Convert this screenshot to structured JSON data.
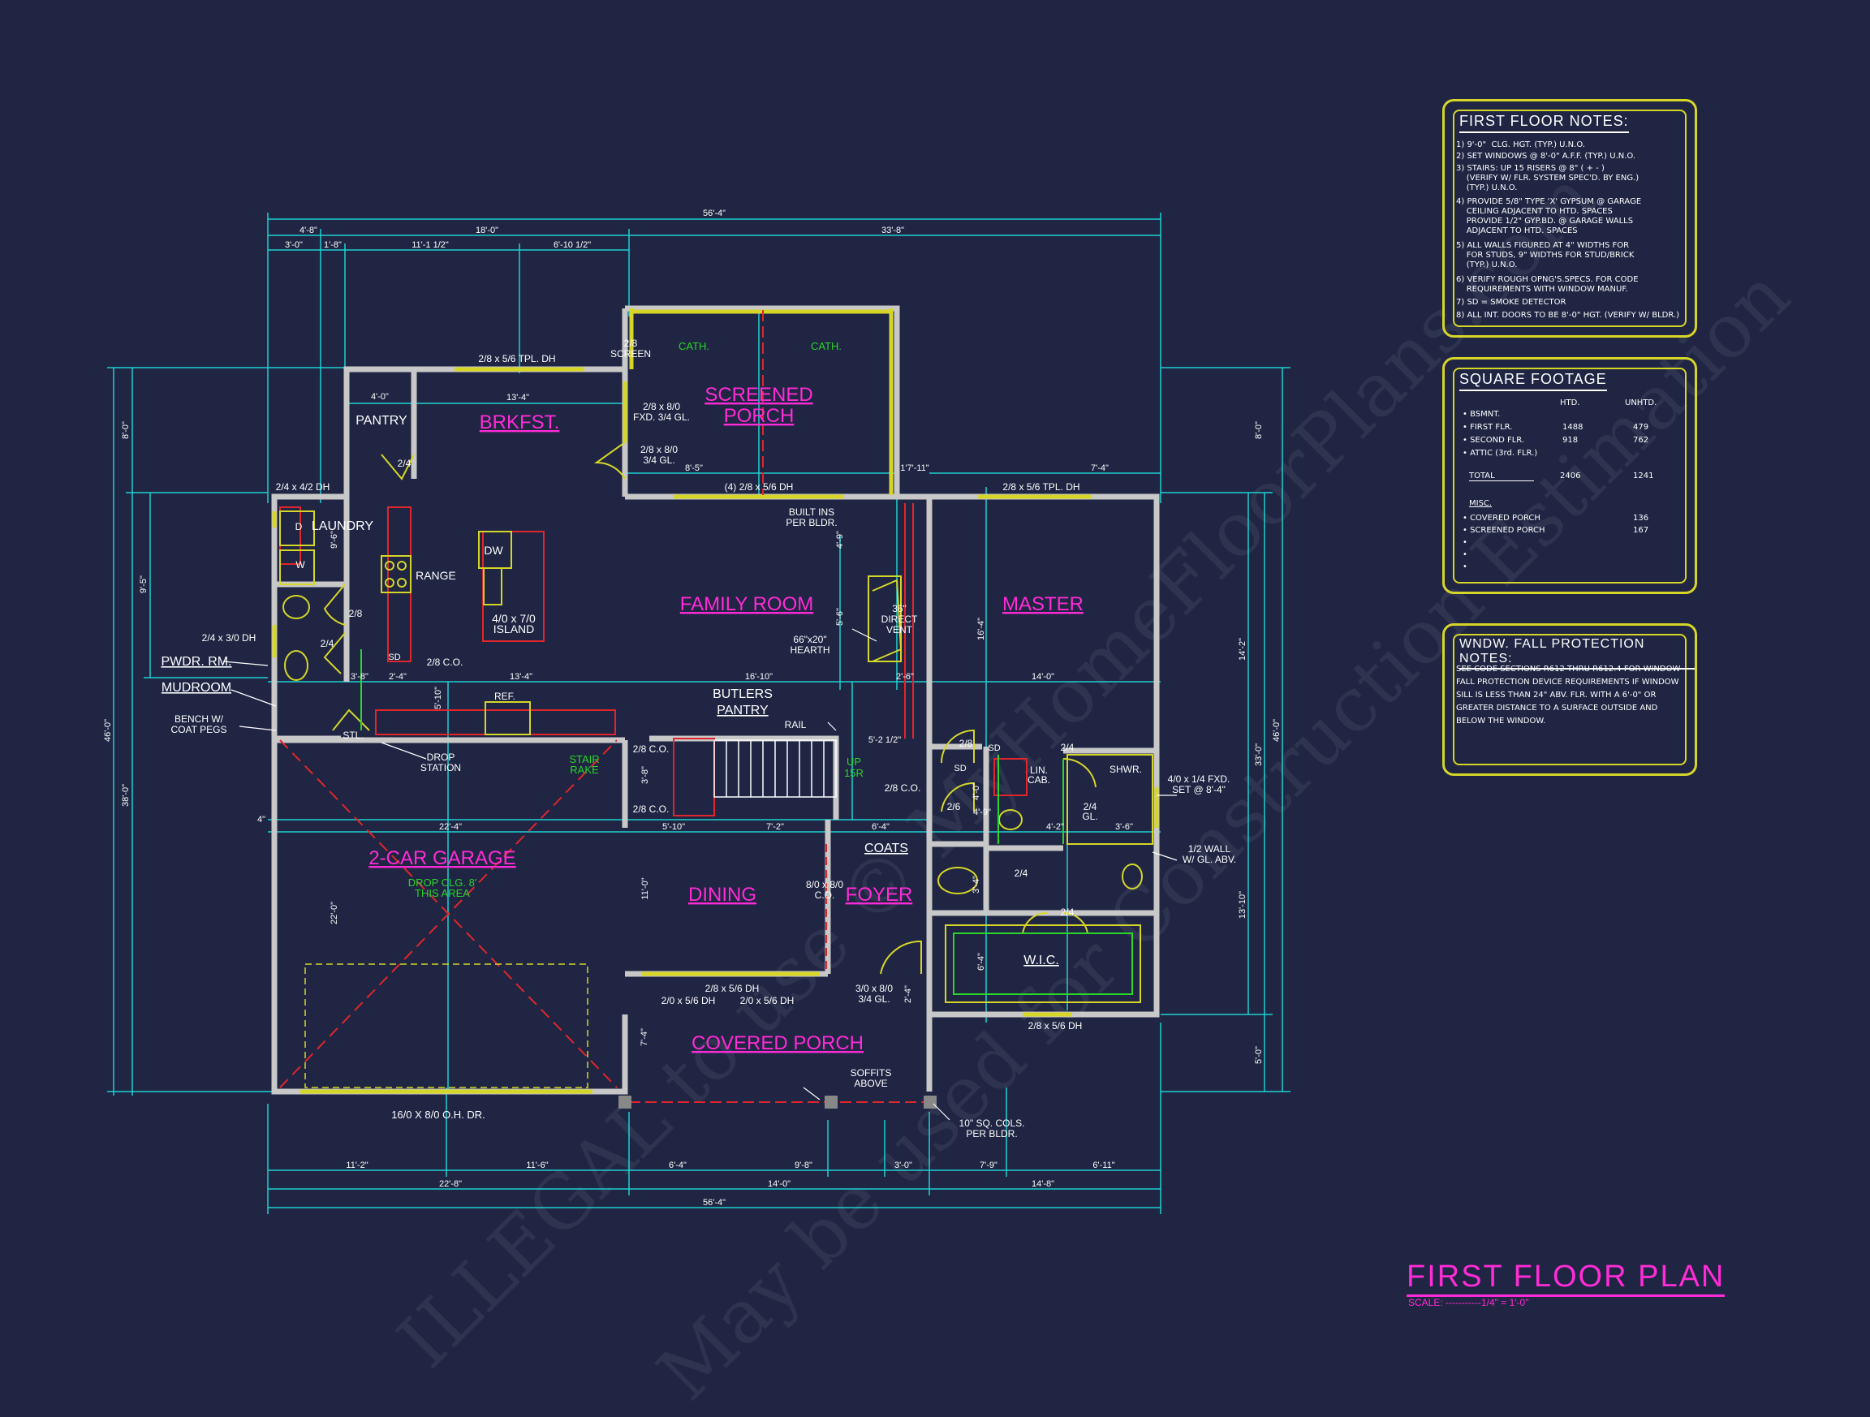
{
  "colors": {
    "background": "#1f2542",
    "dimension": "#1fd1d1",
    "wall": "#c8c8c8",
    "room_label": "#ff2bd6",
    "note_border": "#d6d629",
    "label": "#ffffff",
    "green": "#2bd62b",
    "red": "#e0262c"
  },
  "rooms": {
    "brkfst": "BRKFST.",
    "screened_porch_1": "SCREENED",
    "screened_porch_2": "PORCH",
    "family_room": "FAMILY ROOM",
    "master": "MASTER",
    "garage": "2-CAR GARAGE",
    "dining": "DINING",
    "foyer": "FOYER",
    "covered_porch": "COVERED PORCH"
  },
  "labels": {
    "pantry": "PANTRY",
    "laundry": "LAUNDRY",
    "range": "RANGE",
    "dw": "DW",
    "island_1": "4/0 x 7/0",
    "island_2": "ISLAND",
    "pwdr": "PWDR. RM.",
    "mudroom": "MUDROOM",
    "bench_1": "BENCH W/",
    "bench_2": "COAT PEGS",
    "drop_1": "DROP",
    "drop_2": "STATION",
    "ref": "REF.",
    "butlers_1": "BUTLERS",
    "butlers_2": "PANTRY",
    "rail": "RAIL",
    "built_ins_1": "BUILT INS",
    "built_ins_2": "PER BLDR.",
    "vent_1": "36\"",
    "vent_2": "DIRECT",
    "vent_3": "VENT",
    "hearth_1": "66\"x20\"",
    "hearth_2": "HEARTH",
    "coats": "COATS",
    "lin_1": "LIN.",
    "lin_2": "CAB.",
    "shwr": "SHWR.",
    "wic": "W.I.C.",
    "half_wall_1": "1/2 WALL",
    "half_wall_2": "W/ GL. ABV.",
    "soffits_1": "SOFFITS",
    "soffits_2": "ABOVE",
    "cols_1": "10\" SQ. COLS.",
    "cols_2": "PER BLDR.",
    "ohdr": "16/0 X 8/0 O.H. DR.",
    "drop_clg_1": "DROP CLG. 8'",
    "drop_clg_2": "THIS AREA",
    "stair_1": "STAIR",
    "stair_2": "RAKE",
    "up": "UP",
    "risers": "15R",
    "cath": "CATH.",
    "sd": "SD",
    "screen_1": "2/8",
    "screen_2": "SCREEN",
    "dining_co_1": "8/0 x 8/0",
    "dining_co_2": "C.O.",
    "stl": "STL.",
    "w": "W",
    "d": "D"
  },
  "openings": {
    "tpl_dh_top": "2/8 x 5/6 TPL. DH",
    "porch_fxd_1": "2/8 x 8/0",
    "porch_fxd_2": "FXD. 3/4 GL.",
    "porch_door_1": "2/8 x 8/0",
    "porch_door_2": "3/4 GL.",
    "family_windows": "(4) 2/8 x 5/6 DH",
    "master_tpl": "2/8 x 5/6 TPL. DH",
    "laundry_dh": "2/4 x 4/2 DH",
    "pwdr_dh": "2/4 x 3/0 DH",
    "d24a": "2/4",
    "d28": "2/8",
    "d24b": "2/4",
    "co28": "2/8 C.O.",
    "co28b": "2/8 C.O.",
    "co28c": "2/8 C.O.",
    "co28d": "2/8 C.O.",
    "dining_win_1": "2/8 x 5/6 DH",
    "dining_win_2": "2/0 x 5/6 DH",
    "dining_win_3": "2/0 x 5/6 DH",
    "front_door_1": "3/0 x 8/0",
    "front_door_2": "3/4 GL.",
    "wic_dh": "2/8 x 5/6 DH",
    "bath_fxd_1": "4/0 x 1/4 FXD.",
    "bath_fxd_2": "SET @ 8'-4\"",
    "d28m": "2/8",
    "d26": "2/6",
    "d24m": "2/4",
    "d24n": "2/4",
    "d24o": "2/4",
    "d24gl_1": "2/4",
    "d24gl_2": "GL."
  },
  "dimensions": {
    "top_total": "56'-4\"",
    "top_a": "4'-8\"",
    "top_b": "18'-0\"",
    "top_c": "33'-8\"",
    "top_d": "3'-0\"",
    "top_e": "1'-8\"",
    "top_f": "11'-1 1/2\"",
    "top_g": "6'-10 1/2\"",
    "bot_total": "56'-4\"",
    "bot_a": "22'-8\"",
    "bot_b": "14'-0\"",
    "bot_c": "14'-8\"",
    "bot_d": "11'-2\"",
    "bot_e": "11'-6\"",
    "bot_f": "6'-4\"",
    "bot_g": "9'-8\"",
    "bot_h": "3'-0\"",
    "bot_i": "7'-9\"",
    "bot_j": "6'-11\"",
    "left_total": "46'-0\"",
    "left_a": "8'-0\"",
    "left_b": "38'-0\"",
    "left_c": "9'-5\"",
    "right_total": "46'-0\"",
    "right_a": "8'-0\"",
    "right_b": "33'-0\"",
    "right_c": "14'-2\"",
    "right_d": "13'-10\"",
    "right_e": "5'-0\"",
    "brk_w": "13'-4\"",
    "pantry_w": "4'-0\"",
    "porch_w": "8'-5\"",
    "porch_c": "1'7'-11\"",
    "master_a": "7'-4\"",
    "fam_w": "16'-10\"",
    "kit_w": "13'-4\"",
    "master_w": "14'-0\"",
    "garage_w": "22'-4\"",
    "garage_d": "22'-0\"",
    "dining_w": "5'-10\"",
    "stair_w": "7'-2\"",
    "foyer_w": "6'-4\"",
    "bath_a": "4'-2\"",
    "bath_b": "3'-6\"",
    "mud_a": "3'-8\"",
    "mud_b": "2'-4\"",
    "fam_d": "16'-4\"",
    "porch_d": "7'-4\"",
    "dining_d": "11'-0\"",
    "wic_d": "6'-4\"",
    "s1": "4'-9\"",
    "s2": "5'-6\"",
    "s3": "2'-6\"",
    "s4": "5'-2 1/2\"",
    "s5": "4'-0\"",
    "s6": "5'-10\"",
    "s7": "3'-8\"",
    "s8": "9'-6\"",
    "s9": "4\"",
    "s10": "3'-4\"",
    "s11": "2'-4\"",
    "s12": "4'-9\""
  },
  "notes": {
    "first_floor": {
      "title": "FIRST FLOOR NOTES:",
      "lines": [
        "1) 9'-0\"  CLG. HGT. (TYP.) U.N.O.",
        "2) SET WINDOWS @ 8'-0\" A.F.F. (TYP.) U.N.O.",
        "3) STAIRS: UP 15 RISERS @ 8\" ( + - )",
        "    (VERIFY W/ FLR. SYSTEM SPEC'D. BY ENG.)",
        "    (TYP.) U.N.O.",
        "4) PROVIDE 5/8\" TYPE 'X' GYPSUM @ GARAGE",
        "    CEILING ADJACENT TO HTD. SPACES",
        "    PROVIDE 1/2\" GYP.BD. @ GARAGE WALLS",
        "    ADJACENT TO HTD. SPACES",
        "5) ALL WALLS FIGURED AT 4\" WIDTHS FOR",
        "    FOR STUDS, 9\" WIDTHS FOR STUD/BRICK",
        "    (TYP.) U.N.O.",
        "6) VERIFY ROUGH OPNG'S.SPECS. FOR CODE",
        "    REQUIREMENTS WITH WINDOW MANUF.",
        "7) SD = SMOKE DETECTOR",
        "8) ALL INT. DOORS TO BE 8'-0\" HGT. (VERIFY W/ BLDR.)"
      ]
    },
    "square_footage": {
      "title": "SQUARE FOOTAGE",
      "col_htd": "HTD.",
      "col_unhtd": "UNHTD.",
      "rows": [
        {
          "label": "• BSMNT.",
          "htd": "",
          "unhtd": ""
        },
        {
          "label": "• FIRST FLR.",
          "htd": "1488",
          "unhtd": "479"
        },
        {
          "label": "• SECOND FLR.",
          "htd": "918",
          "unhtd": "762"
        },
        {
          "label": "• ATTIC (3rd. FLR.)",
          "htd": "",
          "unhtd": ""
        }
      ],
      "total_label": "TOTAL",
      "total_htd": "2406",
      "total_unhtd": "1241",
      "misc_label": "MISC.",
      "misc_rows": [
        {
          "label": "• COVERED PORCH",
          "unhtd": "136"
        },
        {
          "label": "• SCREENED PORCH",
          "unhtd": "167"
        }
      ],
      "bullets": [
        "•",
        "•",
        "•"
      ]
    },
    "fall_protection": {
      "title": "WNDW. FALL PROTECTION NOTES:",
      "lines": [
        "SEE CODE SECTIONS R612 THRU R612.4 FOR WINDOW",
        "FALL PROTECTION DEVICE REQUIREMENTS IF WINDOW",
        "SILL IS LESS THAN 24\" ABV. FLR. WITH A 6'-0\" OR",
        "GREATER DISTANCE TO A SURFACE OUTSIDE AND",
        "BELOW THE WINDOW."
      ]
    }
  },
  "title": {
    "main": "FIRST FLOOR PLAN",
    "scale": "SCALE: -----------1/4\" = 1'-0\""
  },
  "watermark": {
    "line_1": "ILLEGAL to use © MyHomeFloorPlans.com",
    "line_2": "May be used for Construction Estimation"
  }
}
